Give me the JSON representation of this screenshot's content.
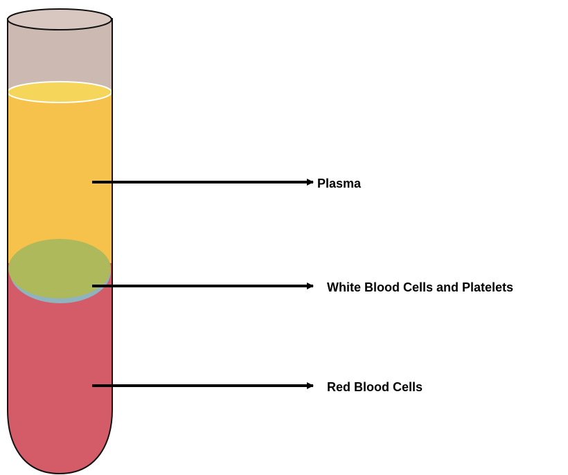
{
  "labels": {
    "plasma": "Plasma",
    "buffy_coat": "White Blood Cells and Platelets",
    "red_cells": "Red Blood Cells"
  },
  "colors": {
    "tube_empty": "#cbb9b2",
    "tube_rim": "#d8c7c0",
    "plasma": "#f6c24c",
    "plasma_surface": "#f5d55a",
    "buffy_coat": "#adb95b",
    "buffy_edge": "#8fb3bf",
    "red_cells": "#d45b68",
    "outline": "#111111",
    "arrow": "#000000"
  }
}
